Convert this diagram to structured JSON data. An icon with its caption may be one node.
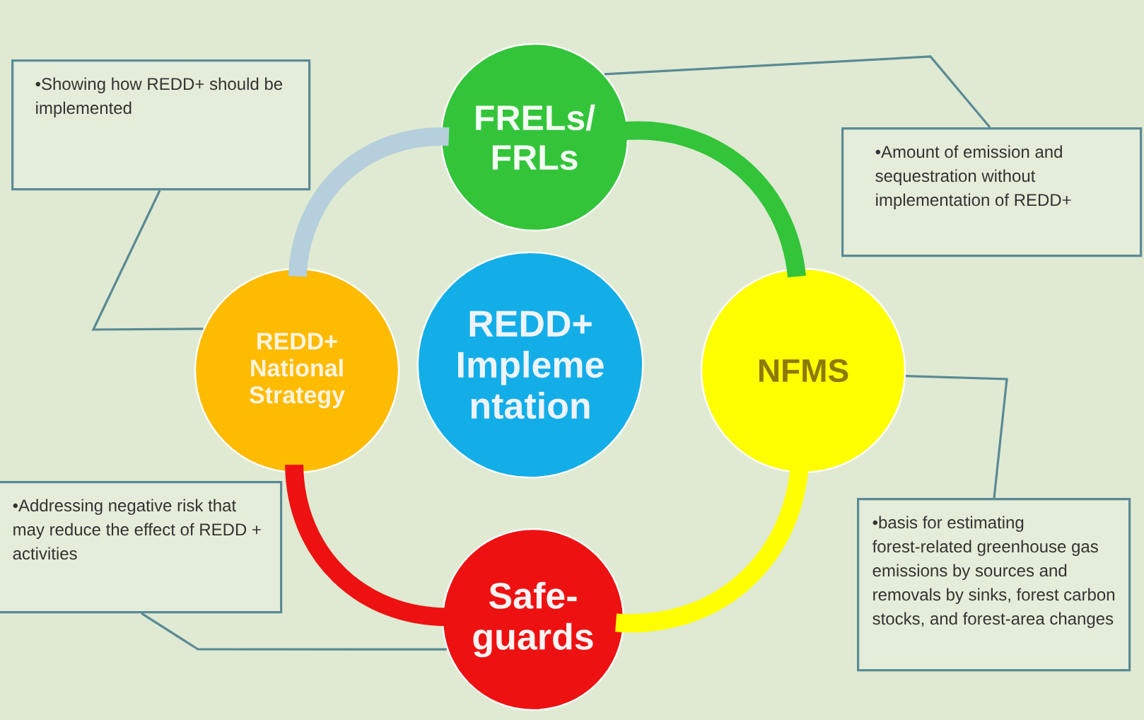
{
  "diagram": {
    "nodes": [
      {
        "text": [
          "REDD+ Impleme ntation"
        ]
      },
      {
        "text": [
          "FRELs/ FRLs"
        ]
      },
      {
        "text": [
          "NFMS"
        ]
      },
      {
        "text": [
          "Safe- guards"
        ]
      },
      {
        "text": [
          "REDD+ National Strategy"
        ]
      },
      {
        "text": [
          "•Showing how REDD+ should be implemented"
        ]
      },
      {
        "text": [
          "•Amount of emission and sequestration without implementation of REDD+"
        ]
      },
      {
        "text": [
          "•Addressing negative  risk that may reduce the effect of REDD + activities"
        ]
      },
      {
        "text": [
          "•basis for estimating forest-related greenhouse gas emissions by sources and removals by sinks, forest carbon stocks, and forest-area changes"
        ]
      }
    ],
    "edges": [
      {
        "from": 1,
        "to": 2,
        "arrow": "none",
        "style": "thick",
        "color": "#33c43a"
      },
      {
        "from": 2,
        "to": 3,
        "arrow": "none",
        "style": "thick",
        "color": "#ffff00"
      },
      {
        "from": 3,
        "to": 4,
        "arrow": "none",
        "style": "thick",
        "color": "#ee1111"
      },
      {
        "from": 4,
        "to": 1,
        "arrow": "none",
        "style": "thick",
        "color": "#b5d0dc"
      },
      {
        "from": 5,
        "to": 4,
        "arrow": "none"
      },
      {
        "from": 6,
        "to": 1,
        "arrow": "none"
      },
      {
        "from": 7,
        "to": 3,
        "arrow": "none"
      },
      {
        "from": 8,
        "to": 2,
        "arrow": "none"
      }
    ]
  }
}
